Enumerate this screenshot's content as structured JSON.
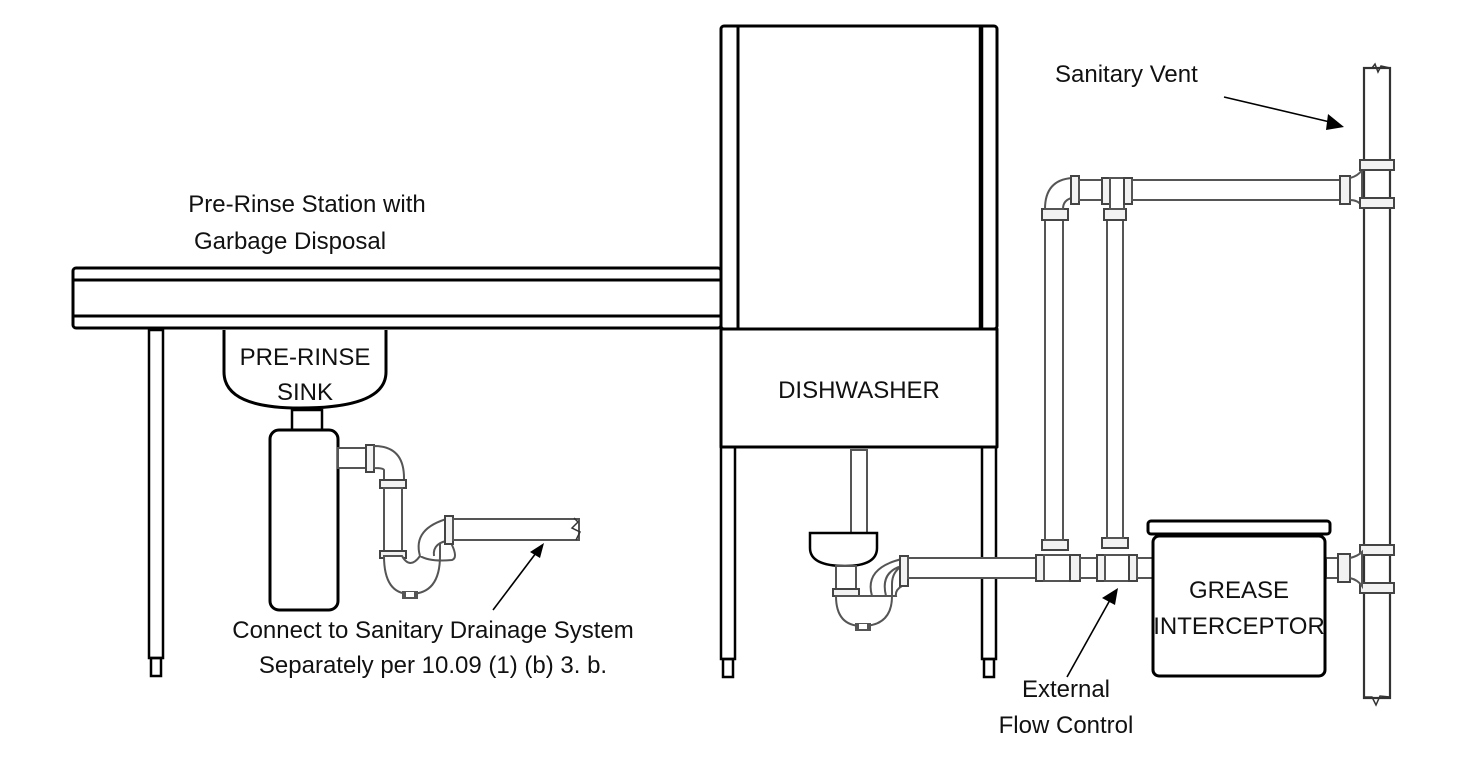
{
  "diagram": {
    "type": "plumbing-schematic",
    "labels": {
      "pre_rinse_station_line1": "Pre-Rinse Station with",
      "pre_rinse_station_line2": "Garbage Disposal",
      "pre_rinse_sink_line1": "PRE-RINSE",
      "pre_rinse_sink_line2": "SINK",
      "dishwasher": "DISHWASHER",
      "sanitary_vent": "Sanitary Vent",
      "grease_interceptor_line1": "GREASE",
      "grease_interceptor_line2": "INTERCEPTOR",
      "external_flow_control_line1": "External",
      "external_flow_control_line2": "Flow Control",
      "connect_note_line1": "Connect to Sanitary Drainage System",
      "connect_note_line2": "Separately per 10.09 (1) (b) 3. b."
    },
    "components": [
      "pre-rinse-station-counter",
      "pre-rinse-sink",
      "garbage-disposal",
      "p-trap-sink",
      "dishwasher",
      "dishwasher-drain-hopper",
      "p-trap-dishwasher",
      "external-flow-control",
      "grease-interceptor",
      "vent-piping",
      "sanitary-vent-stack"
    ],
    "colors": {
      "line": "#000000",
      "pipe_outline": "#555555",
      "background": "#ffffff"
    }
  }
}
